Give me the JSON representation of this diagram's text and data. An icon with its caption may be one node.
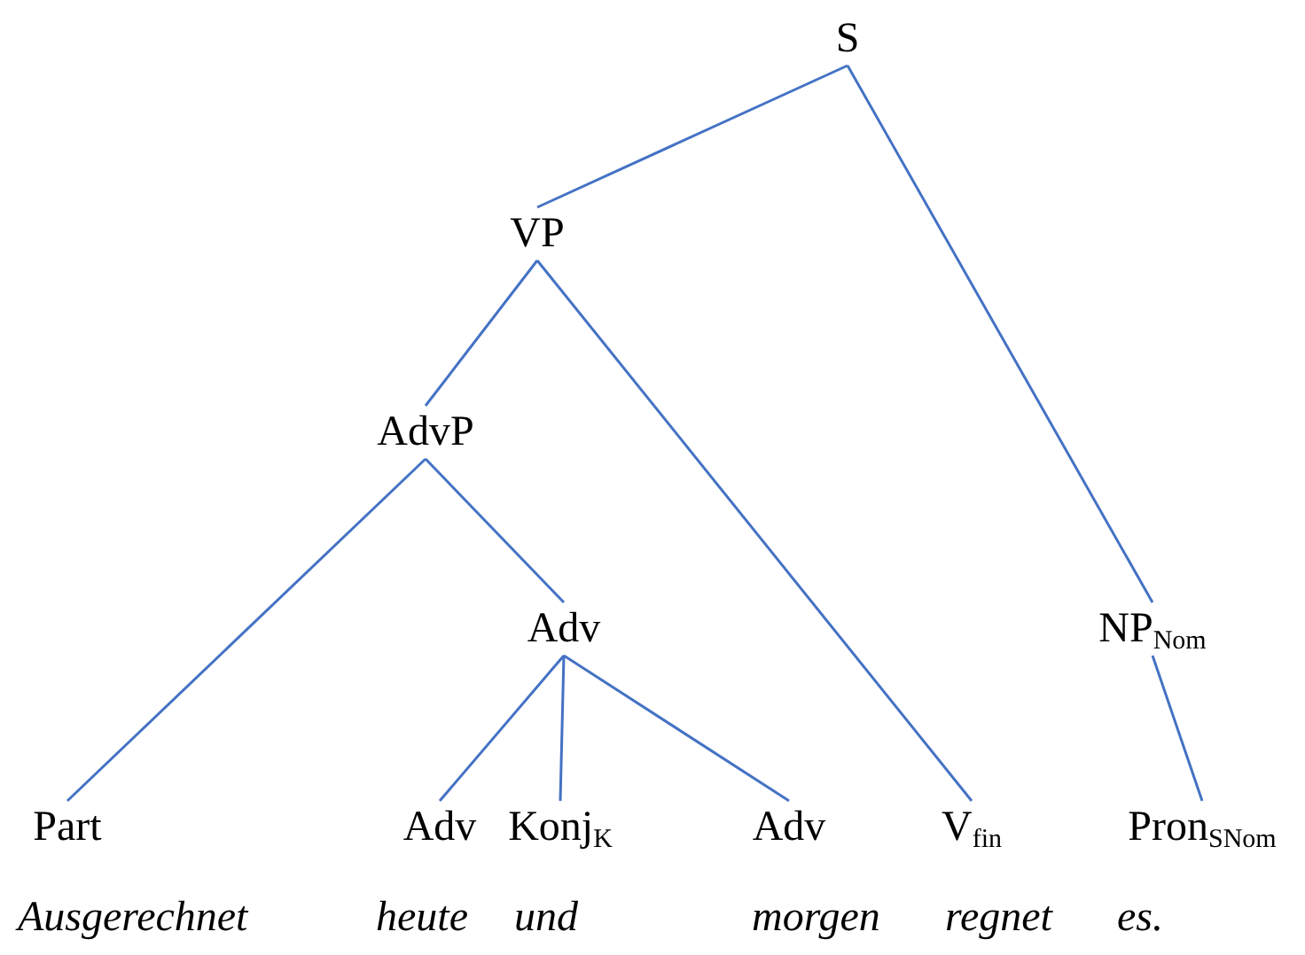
{
  "diagram": {
    "nodes": [
      {
        "text": [
          "S"
        ]
      },
      {
        "text": [
          "VP"
        ]
      },
      {
        "text": [
          "AdvP"
        ]
      },
      {
        "text": [
          "Adv"
        ]
      },
      {
        "text": [
          "NP$_{Nom}$"
        ]
      },
      {
        "text": [
          "Part"
        ]
      },
      {
        "text": [
          "Adv"
        ]
      },
      {
        "text": [
          "Konj$_{K}$"
        ]
      },
      {
        "text": [
          "Adv"
        ]
      },
      {
        "text": [
          "V$_{fin}$"
        ]
      },
      {
        "text": [
          "Pron$_{SNom}$"
        ]
      }
    ],
    "edges": [
      {
        "from": 0,
        "to": 1,
        "arrow": "none"
      },
      {
        "from": 0,
        "to": 4,
        "arrow": "none"
      },
      {
        "from": 1,
        "to": 2,
        "arrow": "none"
      },
      {
        "from": 1,
        "to": 9,
        "arrow": "none"
      },
      {
        "from": 2,
        "to": 5,
        "arrow": "none"
      },
      {
        "from": 2,
        "to": 3,
        "arrow": "none"
      },
      {
        "from": 3,
        "to": 6,
        "arrow": "none"
      },
      {
        "from": 3,
        "to": 7,
        "arrow": "none"
      },
      {
        "from": 3,
        "to": 8,
        "arrow": "none"
      },
      {
        "from": 4,
        "to": 10,
        "arrow": "none"
      }
    ],
    "labels": [
      "Ausgerechnet",
      "heute",
      "und",
      "morgen",
      "regnet",
      "es."
    ]
  }
}
